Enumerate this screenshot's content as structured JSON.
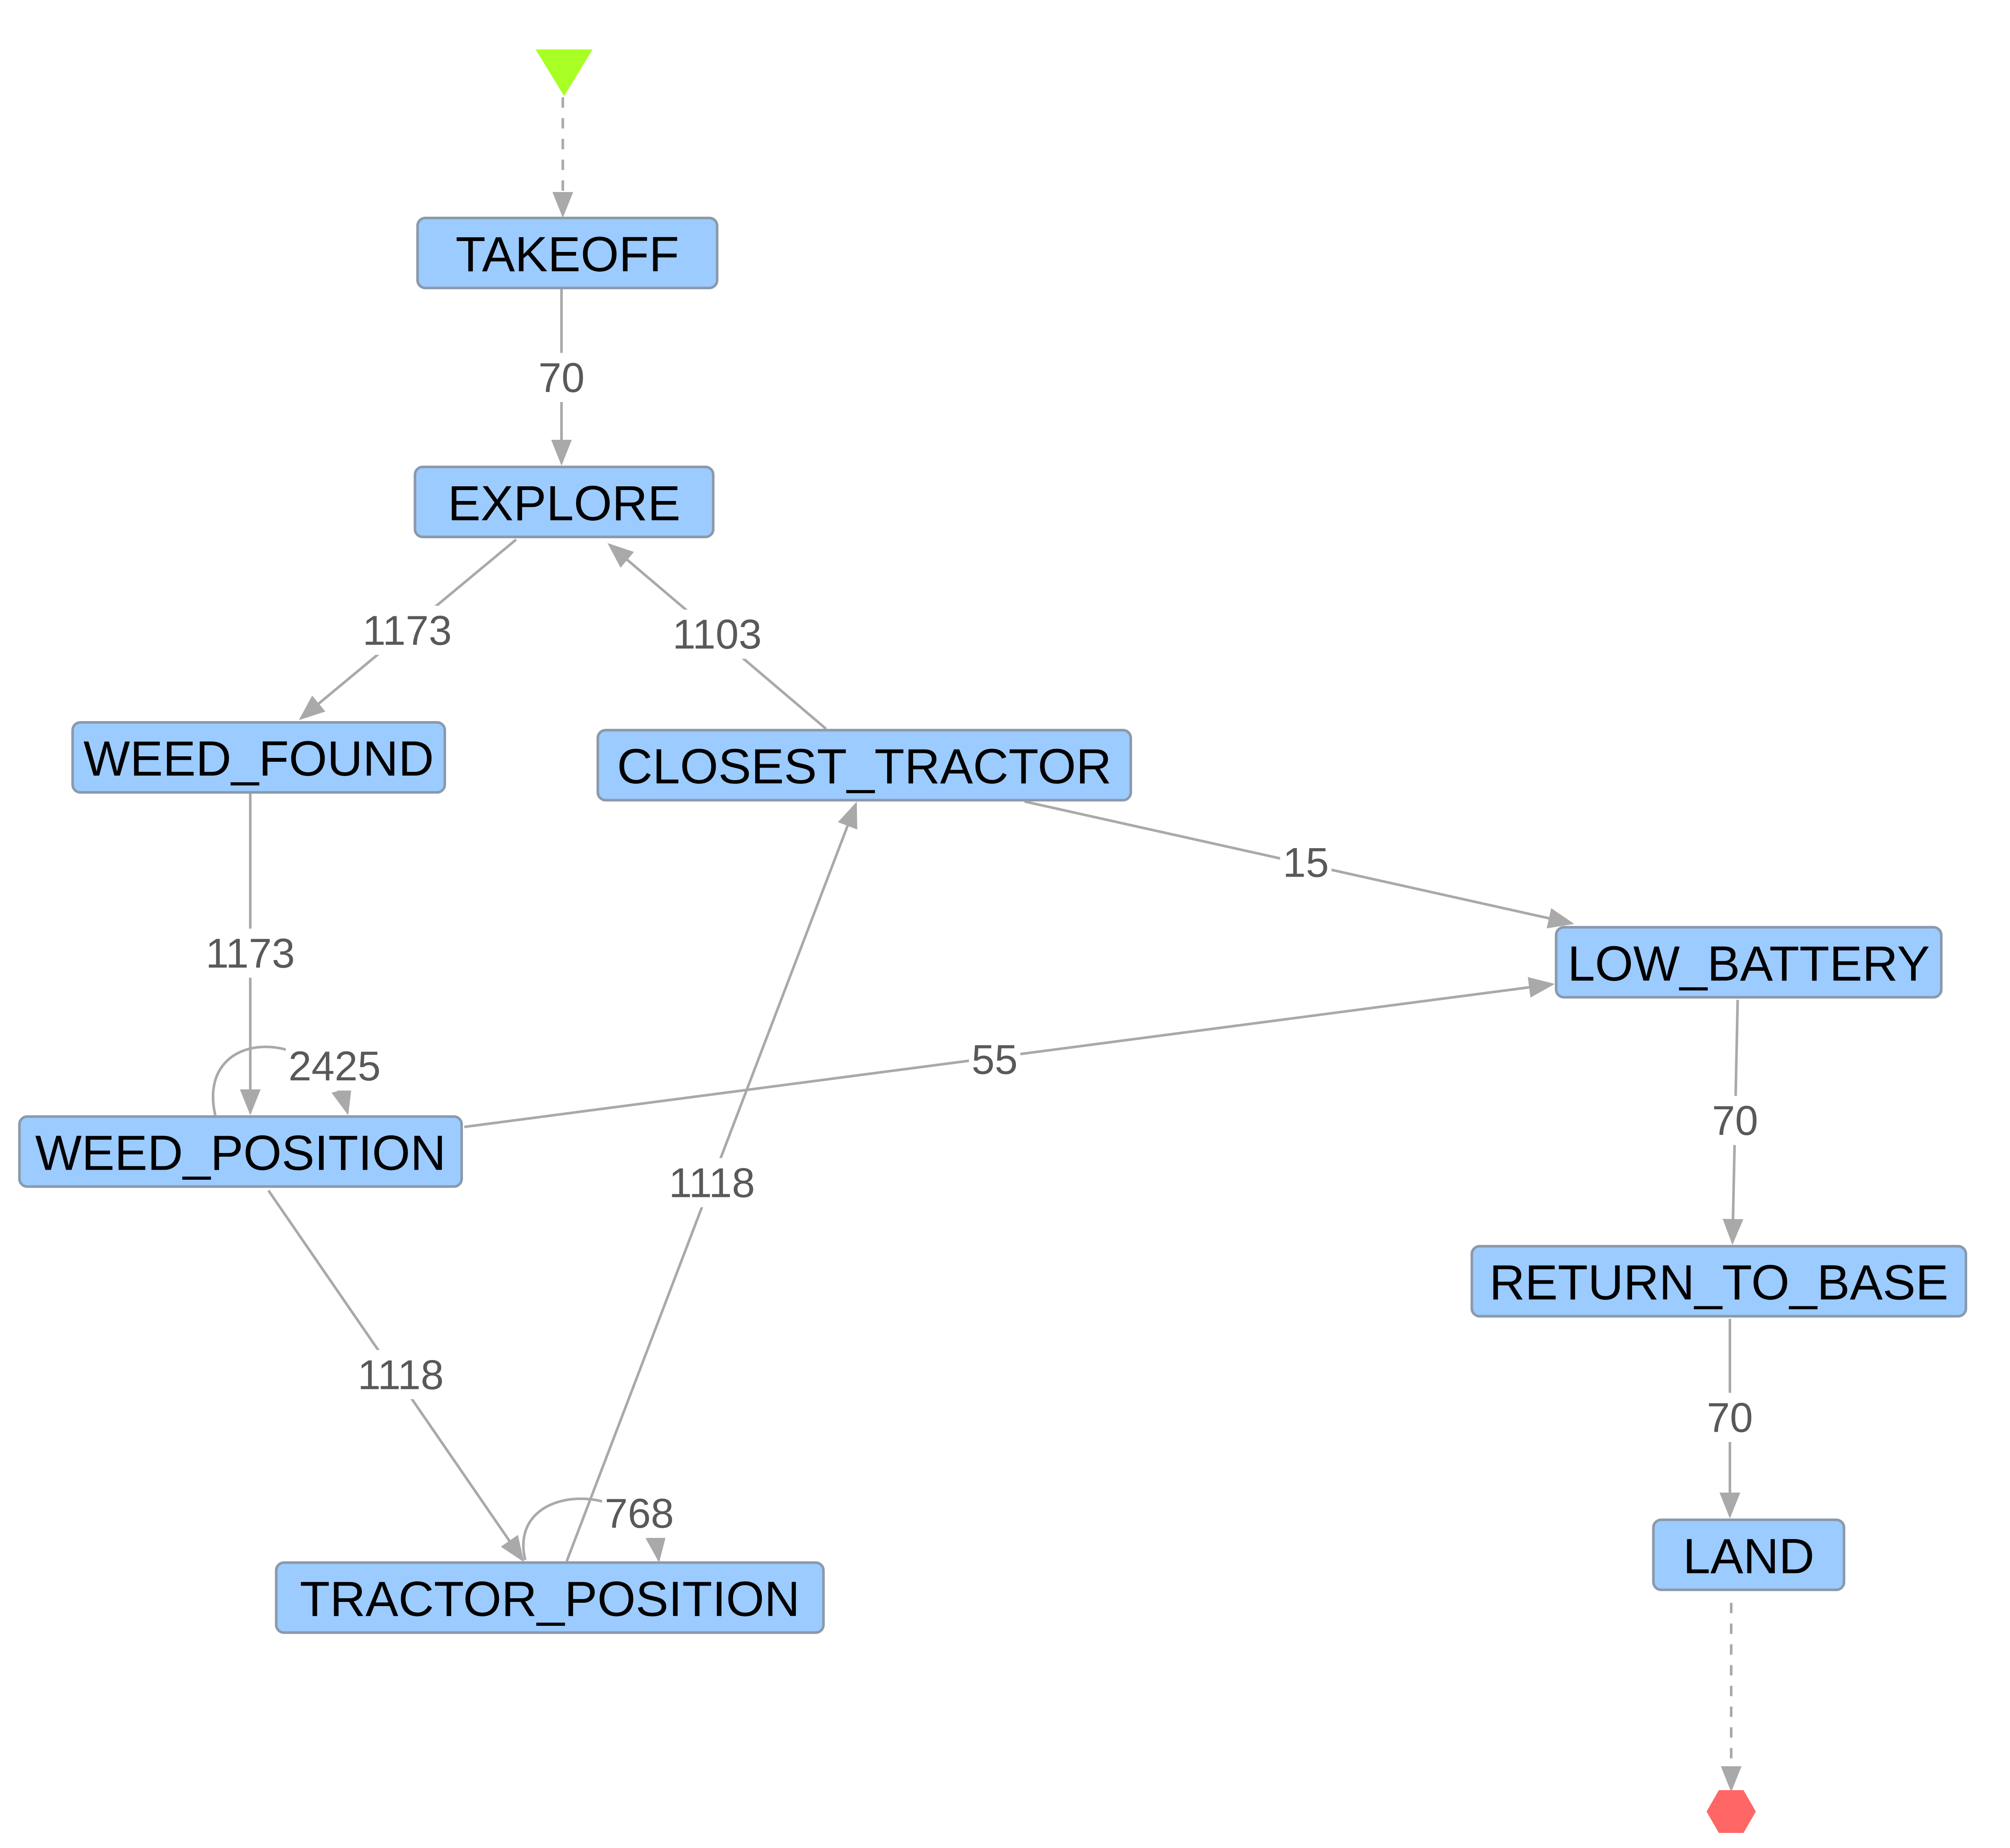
{
  "colors": {
    "node_fill": "#9ccbff",
    "node_border": "#8a9aab",
    "edge": "#a9a9a9",
    "edge_label": "#595959",
    "start_marker": "#a8ff24",
    "end_marker": "#ff6666"
  },
  "start_marker": {
    "shape": "triangle-down",
    "name": "start-marker"
  },
  "end_marker": {
    "shape": "hexagon",
    "name": "end-marker"
  },
  "nodes": [
    {
      "id": "TAKEOFF",
      "label": "TAKEOFF"
    },
    {
      "id": "EXPLORE",
      "label": "EXPLORE"
    },
    {
      "id": "WEED_FOUND",
      "label": "WEED_FOUND"
    },
    {
      "id": "CLOSEST_TRACTOR",
      "label": "CLOSEST_TRACTOR"
    },
    {
      "id": "LOW_BATTERY",
      "label": "LOW_BATTERY"
    },
    {
      "id": "WEED_POSITION",
      "label": "WEED_POSITION"
    },
    {
      "id": "RETURN_TO_BASE",
      "label": "RETURN_TO_BASE"
    },
    {
      "id": "TRACTOR_POSITION",
      "label": "TRACTOR_POSITION"
    },
    {
      "id": "LAND",
      "label": "LAND"
    }
  ],
  "edges": [
    {
      "id": "start-takeoff",
      "from": "START",
      "to": "TAKEOFF",
      "label": "",
      "style": "dashed"
    },
    {
      "id": "takeoff-explore",
      "from": "TAKEOFF",
      "to": "EXPLORE",
      "label": "70"
    },
    {
      "id": "explore-weedfound",
      "from": "EXPLORE",
      "to": "WEED_FOUND",
      "label": "1173"
    },
    {
      "id": "closesttractor-explore",
      "from": "CLOSEST_TRACTOR",
      "to": "EXPLORE",
      "label": "1103"
    },
    {
      "id": "weedfound-weedposition",
      "from": "WEED_FOUND",
      "to": "WEED_POSITION",
      "label": "1173"
    },
    {
      "id": "weedposition-self",
      "from": "WEED_POSITION",
      "to": "WEED_POSITION",
      "label": "2425"
    },
    {
      "id": "closesttractor-lowbattery",
      "from": "CLOSEST_TRACTOR",
      "to": "LOW_BATTERY",
      "label": "15"
    },
    {
      "id": "weedposition-lowbattery",
      "from": "WEED_POSITION",
      "to": "LOW_BATTERY",
      "label": "55"
    },
    {
      "id": "tractorposition-closesttractor",
      "from": "TRACTOR_POSITION",
      "to": "CLOSEST_TRACTOR",
      "label": "1118"
    },
    {
      "id": "weedposition-tractorposition",
      "from": "WEED_POSITION",
      "to": "TRACTOR_POSITION",
      "label": "1118"
    },
    {
      "id": "tractorposition-self",
      "from": "TRACTOR_POSITION",
      "to": "TRACTOR_POSITION",
      "label": "768"
    },
    {
      "id": "lowbattery-returntobase",
      "from": "LOW_BATTERY",
      "to": "RETURN_TO_BASE",
      "label": "70"
    },
    {
      "id": "returntobase-land",
      "from": "RETURN_TO_BASE",
      "to": "LAND",
      "label": "70"
    },
    {
      "id": "land-end",
      "from": "LAND",
      "to": "END",
      "label": "",
      "style": "dashed"
    }
  ]
}
